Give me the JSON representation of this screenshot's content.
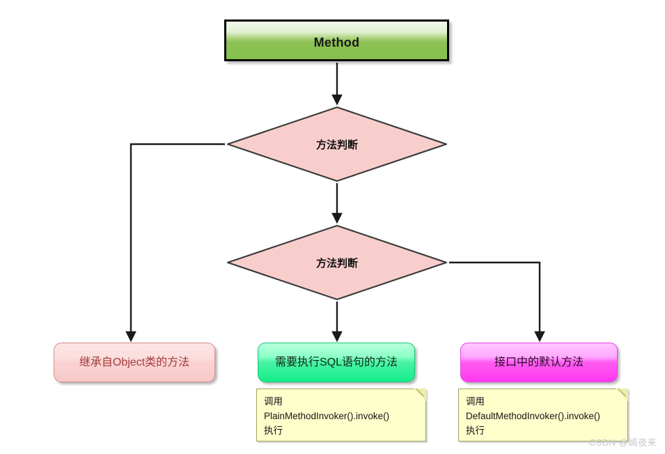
{
  "diagram": {
    "title": "Method dispatch flowchart",
    "nodes": {
      "method": {
        "label": "Method",
        "shape": "process",
        "color": "#8cc152"
      },
      "decision1": {
        "label": "方法判断",
        "shape": "decision",
        "color": "#f8cecc"
      },
      "decision2": {
        "label": "方法判断",
        "shape": "decision",
        "color": "#f8cecc"
      },
      "object_method": {
        "label": "继承自Object类的方法",
        "shape": "rounded",
        "color": "#f8c9c9"
      },
      "sql_method": {
        "label": "需要执行SQL语句的方法",
        "shape": "rounded",
        "color": "#14ec8a"
      },
      "default_method": {
        "label": "接口中的默认方法",
        "shape": "rounded",
        "color": "#ff38ef"
      }
    },
    "notes": {
      "plain_invoker": {
        "line1": "调用",
        "line2": "PlainMethodInvoker().invoke()",
        "line3": "执行"
      },
      "default_invoker": {
        "line1": "调用",
        "line2": "DefaultMethodInvoker().invoke()",
        "line3": "执行"
      }
    },
    "edges": [
      {
        "from": "method",
        "to": "decision1",
        "style": "straight-down"
      },
      {
        "from": "decision1",
        "to": "object_method",
        "style": "elbow-left"
      },
      {
        "from": "decision1",
        "to": "decision2",
        "style": "straight-down"
      },
      {
        "from": "decision2",
        "to": "sql_method",
        "style": "straight-down"
      },
      {
        "from": "decision2",
        "to": "default_method",
        "style": "elbow-right"
      }
    ]
  },
  "watermark": {
    "text": "CSDN @嫣夜来"
  }
}
